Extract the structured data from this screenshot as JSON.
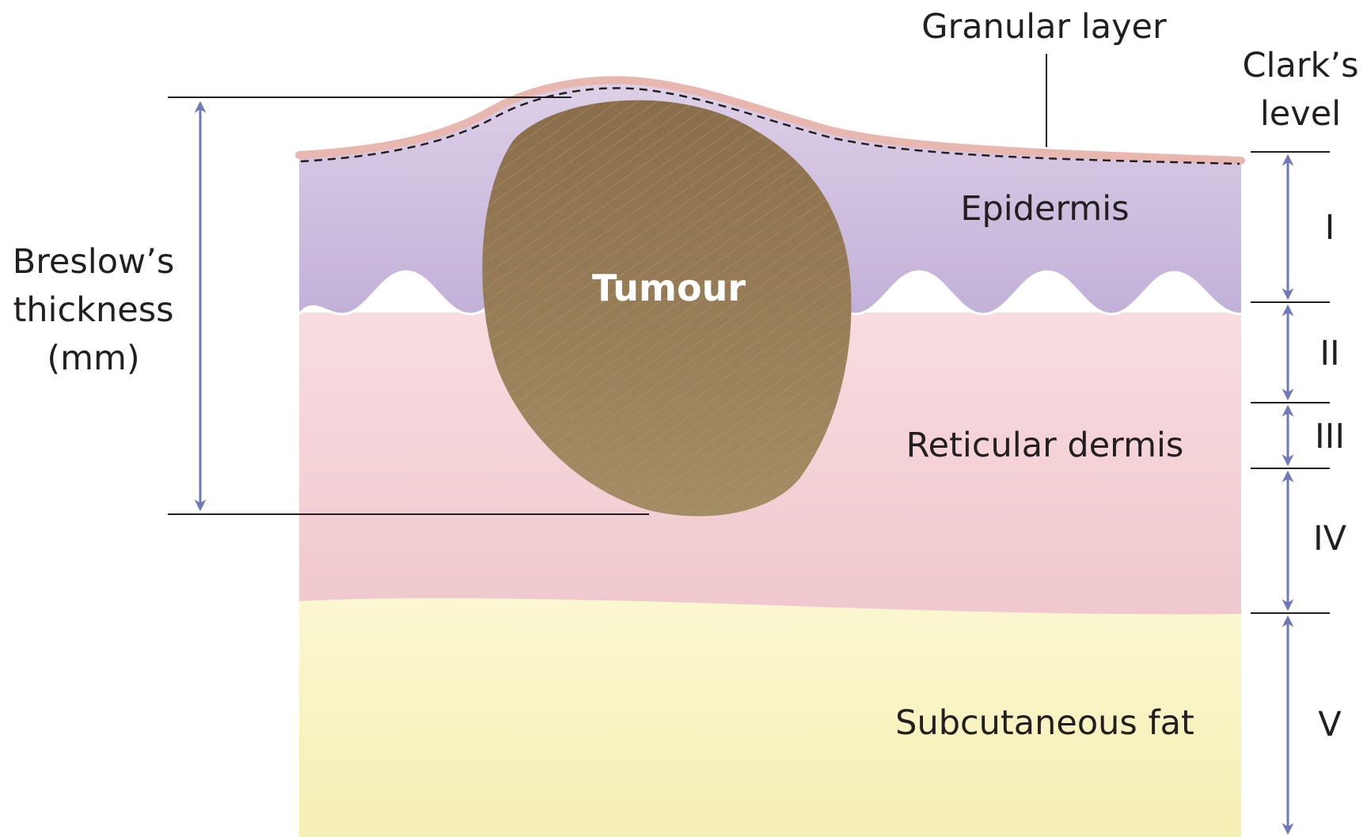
{
  "labels": {
    "granular_layer": "Granular layer",
    "clarks_level_line1": "Clark’s",
    "clarks_level_line2": "level",
    "breslow_line1": "Breslow’s",
    "breslow_line2": "thickness",
    "breslow_line3": "(mm)",
    "epidermis": "Epidermis",
    "tumour": "Tumour",
    "reticular_dermis": "Reticular dermis",
    "subcutaneous_fat": "Subcutaneous fat"
  },
  "clark_levels": [
    "I",
    "II",
    "III",
    "IV",
    "V"
  ],
  "colors": {
    "epidermis": "#cfc0de",
    "dermis": "#f3cfd4",
    "fat": "#f8f4c8",
    "tumour": "#9b8058",
    "granular": "#e8b8b0",
    "arrow": "#6f78b8"
  }
}
